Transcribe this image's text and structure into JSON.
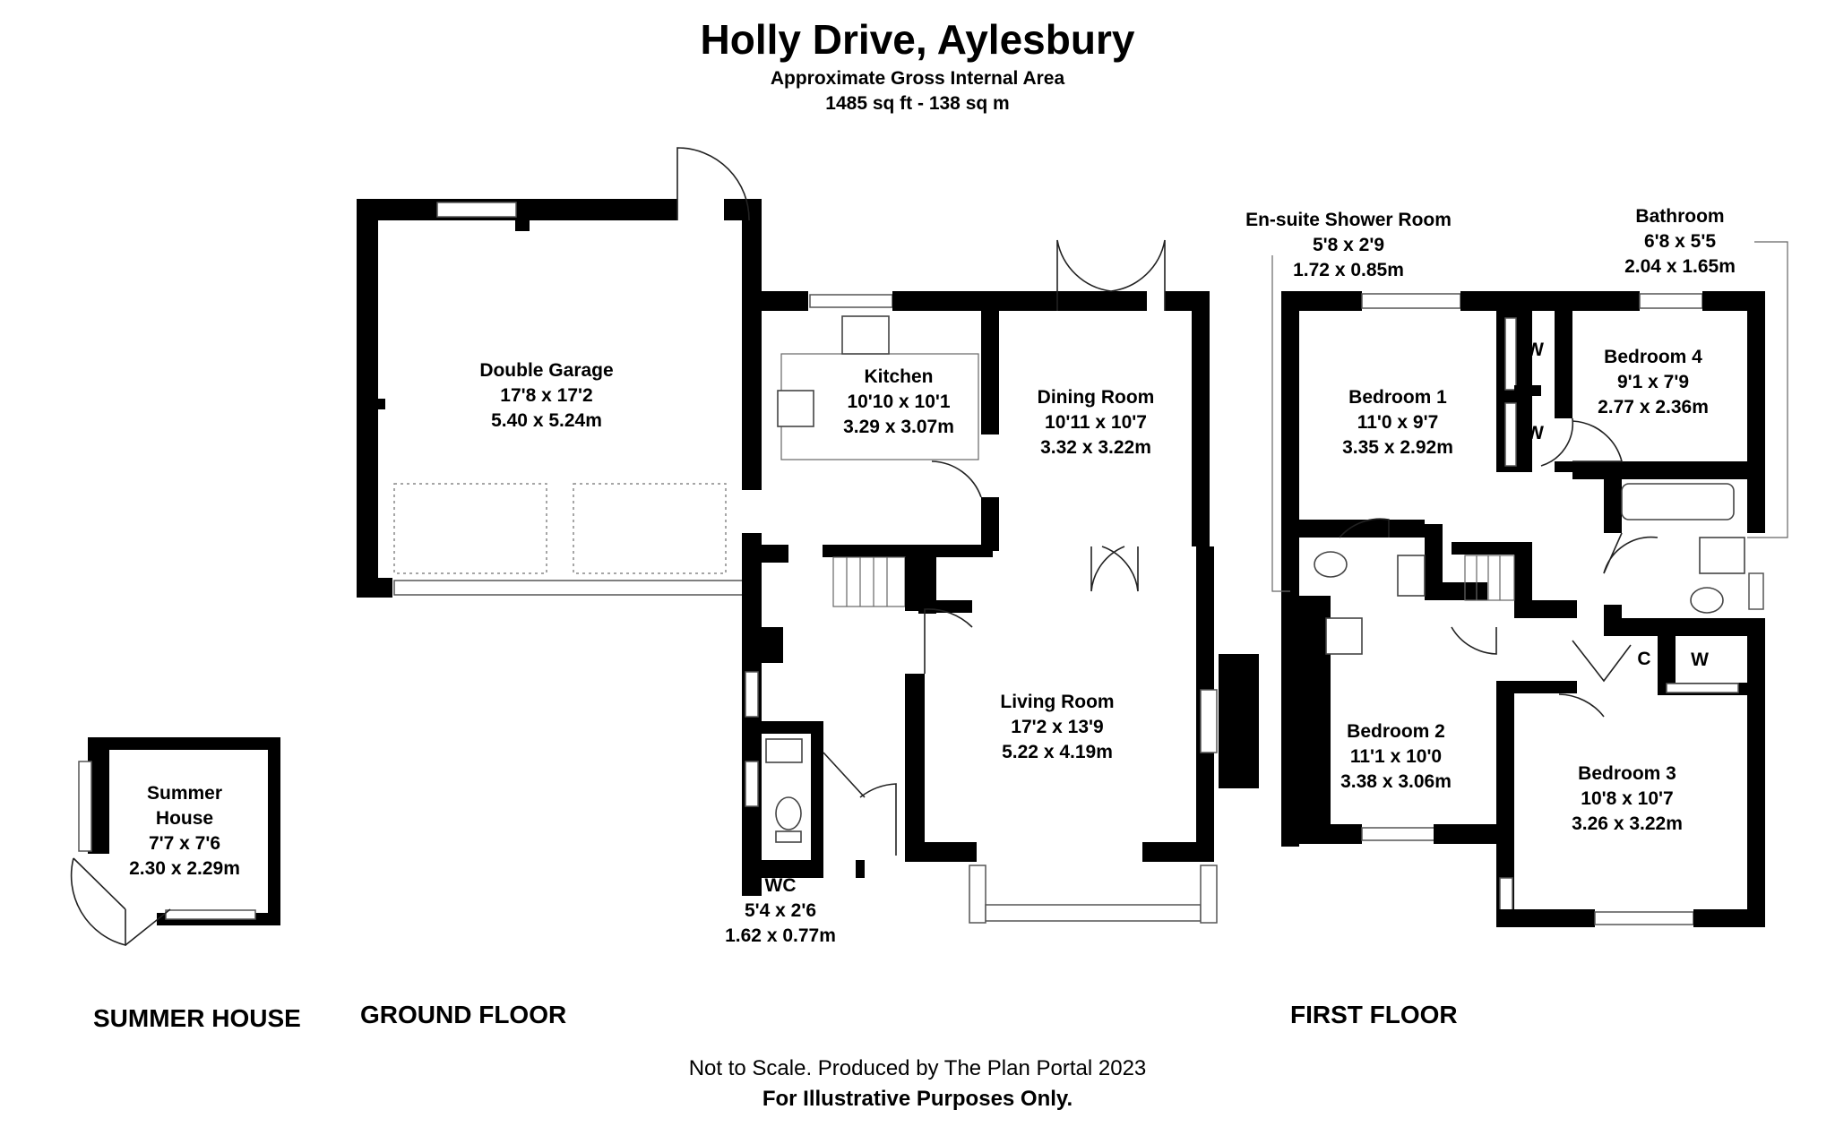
{
  "header": {
    "title": "Holly Drive, Aylesbury",
    "area_label": "Approximate Gross Internal Area",
    "area_value": "1485 sq ft - 138 sq m"
  },
  "floors": {
    "summer_house": "SUMMER HOUSE",
    "ground": "GROUND FLOOR",
    "first": "FIRST FLOOR"
  },
  "rooms": {
    "summer_house": {
      "name_1": "Summer",
      "name_2": "House",
      "imperial": "7'7 x 7'6",
      "metric": "2.30 x 2.29m"
    },
    "double_garage": {
      "name": "Double Garage",
      "imperial": "17'8 x 17'2",
      "metric": "5.40 x 5.24m"
    },
    "kitchen": {
      "name": "Kitchen",
      "imperial": "10'10 x 10'1",
      "metric": "3.29 x 3.07m"
    },
    "dining_room": {
      "name": "Dining Room",
      "imperial": "10'11 x 10'7",
      "metric": "3.32 x 3.22m"
    },
    "living_room": {
      "name": "Living Room",
      "imperial": "17'2 x 13'9",
      "metric": "5.22 x 4.19m"
    },
    "wc": {
      "name": "WC",
      "imperial": "5'4 x 2'6",
      "metric": "1.62 x 0.77m"
    },
    "ensuite": {
      "name": "En-suite Shower Room",
      "imperial": "5'8 x 2'9",
      "metric": "1.72 x 0.85m"
    },
    "bathroom": {
      "name": "Bathroom",
      "imperial": "6'8 x 5'5",
      "metric": "2.04 x 1.65m"
    },
    "bedroom_1": {
      "name": "Bedroom 1",
      "imperial": "11'0 x 9'7",
      "metric": "3.35 x 2.92m"
    },
    "bedroom_2": {
      "name": "Bedroom 2",
      "imperial": "11'1 x 10'0",
      "metric": "3.38 x 3.06m"
    },
    "bedroom_3": {
      "name": "Bedroom 3",
      "imperial": "10'8 x 10'7",
      "metric": "3.26 x 3.22m"
    },
    "bedroom_4": {
      "name": "Bedroom 4",
      "imperial": "9'1 x 7'9",
      "metric": "2.77 x 2.36m"
    }
  },
  "markers": {
    "wardrobe": "W",
    "cupboard": "C"
  },
  "footer": {
    "line_1": "Not to Scale. Produced by The Plan Portal 2023",
    "line_2": "For Illustrative Purposes Only."
  }
}
